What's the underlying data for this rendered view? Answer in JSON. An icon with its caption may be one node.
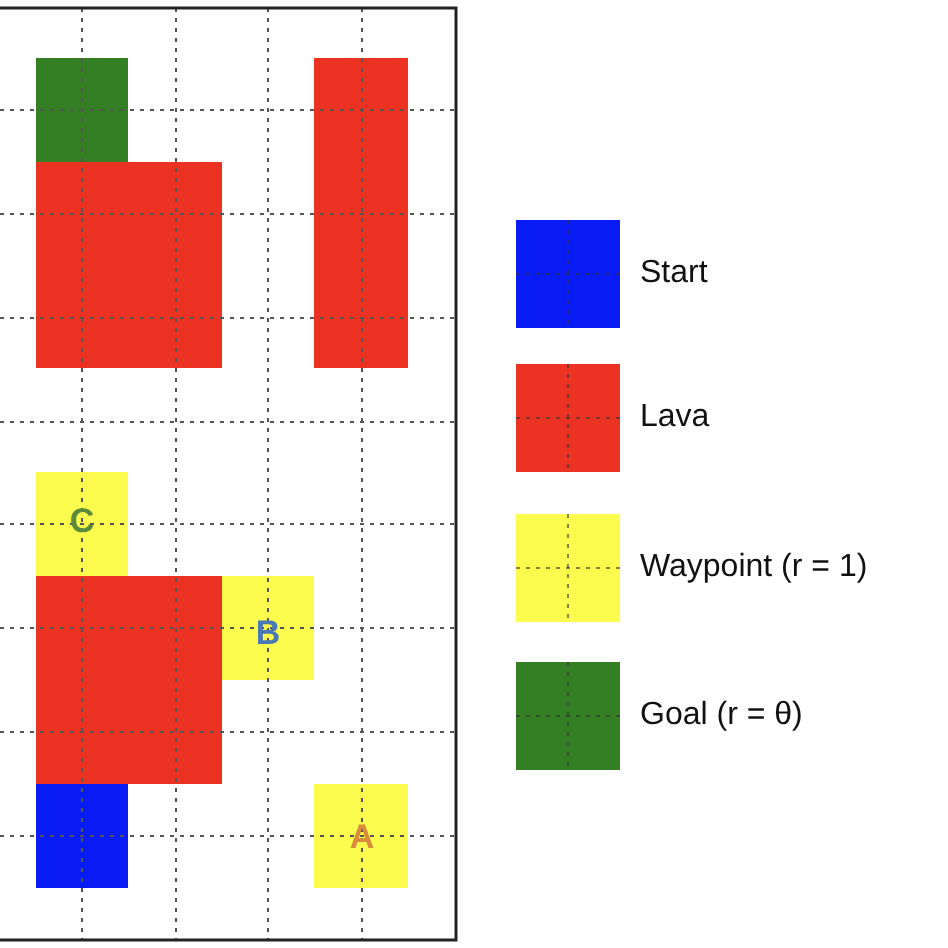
{
  "diagram": {
    "labels": [
      "C",
      "B",
      "A"
    ],
    "legend": [
      {
        "text": "Start",
        "color": "#0a1cf5"
      },
      {
        "text": "Lava",
        "color": "#ec3223"
      },
      {
        "text": "Waypoint (r = 1)",
        "color": "#fcfc4e"
      },
      {
        "text": "Goal (r = θ)",
        "color": "#347e24"
      }
    ]
  }
}
